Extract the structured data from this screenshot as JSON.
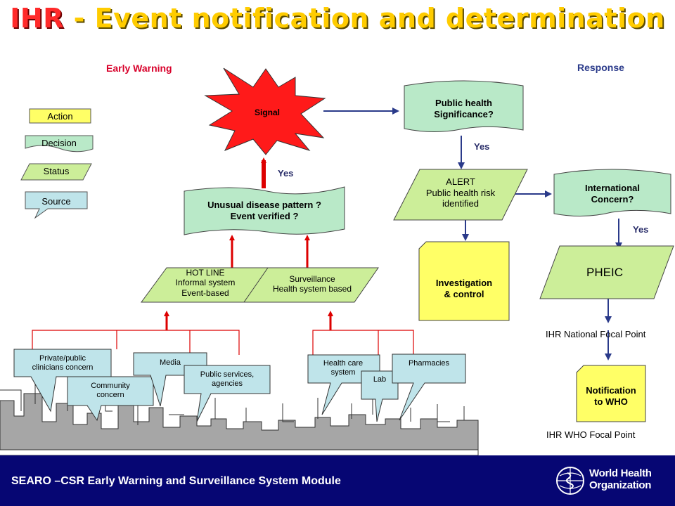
{
  "title": {
    "prefix": "IHR",
    "rest": " - Event notification and determination"
  },
  "headers": {
    "early_warning": "Early Warning",
    "response": "Response"
  },
  "legend": {
    "action": "Action",
    "decision": "Decision",
    "status": "Status",
    "source": "Source"
  },
  "nodes": {
    "signal": "Signal",
    "unusual_line1": "Unusual disease pattern ?",
    "unusual_line2": "Event verified ?",
    "hotline_line1": "HOT LINE",
    "hotline_line2": "Informal system",
    "hotline_line3": "Event-based",
    "surveillance_line1": "Surveillance",
    "surveillance_line2": "Health system based",
    "phs_line1": "Public health",
    "phs_line2": "Significance?",
    "alert_line1": "ALERT",
    "alert_line2": "Public health risk",
    "alert_line3": "identified",
    "investigation_line1": "Investigation",
    "investigation_line2": "& control",
    "intl_line1": "International",
    "intl_line2": "Concern?",
    "pheic": "PHEIC",
    "notification_line1": "Notification",
    "notification_line2": "to WHO"
  },
  "labels": {
    "yes_signal": "Yes",
    "yes_phs": "Yes",
    "yes_intl": "Yes",
    "ihr_nfp": "IHR National Focal Point",
    "ihr_who": "IHR WHO Focal Point"
  },
  "sources": {
    "clinicians_line1": "Private/public",
    "clinicians_line2": "clinicians concern",
    "community_line1": "Community",
    "community_line2": "concern",
    "media": "Media",
    "public_services_line1": "Public services,",
    "public_services_line2": "agencies",
    "health_care_line1": "Health care",
    "health_care_line2": "system",
    "lab": "Lab",
    "pharmacies": "Pharmacies"
  },
  "footer": {
    "text": "SEARO –CSR  Early Warning and Surveillance System Module",
    "who_line1": "World Health",
    "who_line2": "Organization"
  },
  "colors": {
    "action": "#ffff66",
    "decision": "#b9e9c8",
    "status": "#ccee99",
    "source": "#bfe4ea",
    "signal": "#ff1a1a",
    "red_arrow": "#dd0000",
    "blue_arrow": "#2a3a8a",
    "footer": "#060673"
  }
}
